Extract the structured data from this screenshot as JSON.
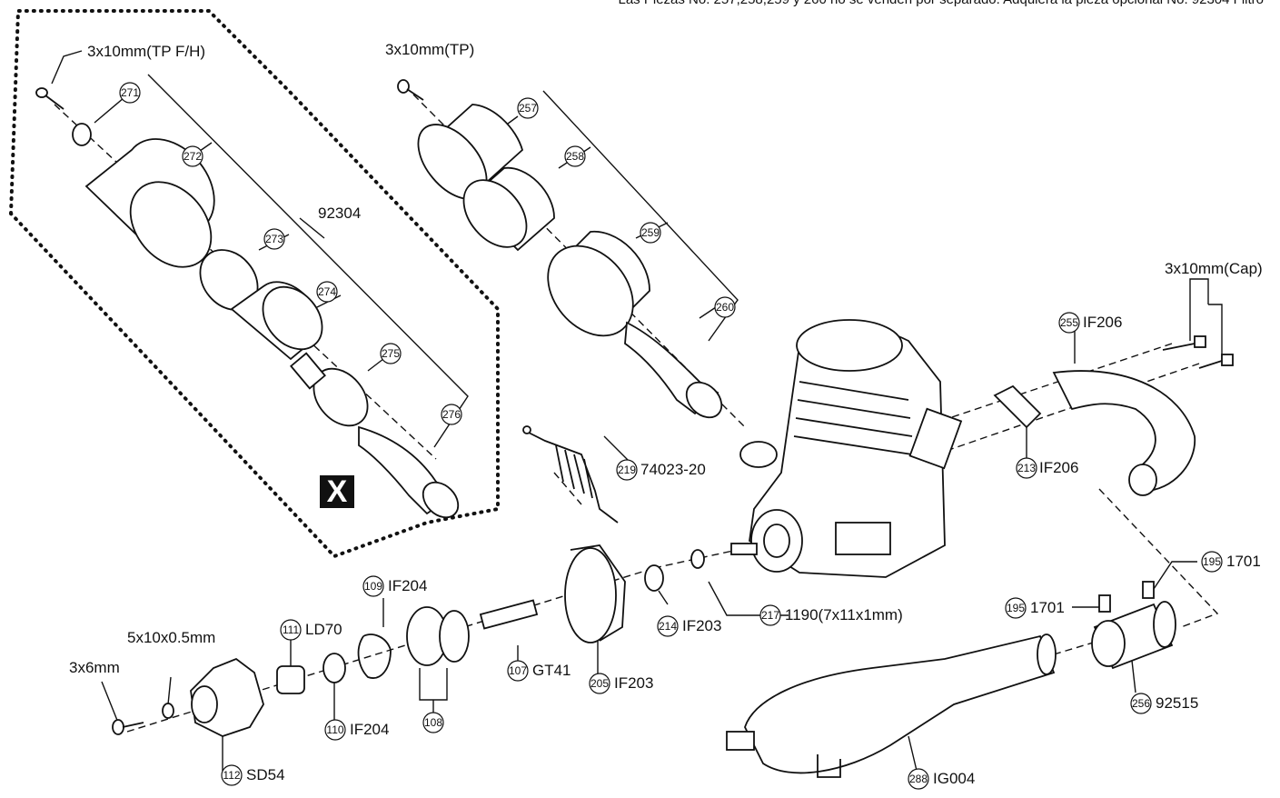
{
  "header_note": "Las Piezas No. 257,258,259 y 260 no se venden por separado. Adquiera la pieza opcional No. 92304 Filtro",
  "optional_marker": "X",
  "labels": {
    "screw_tp_fh": "3x10mm(TP F/H)",
    "screw_tp": "3x10mm(TP)",
    "screw_cap": "3x10mm(Cap)",
    "kit_92304": "92304",
    "screw_3x6": "3x6mm",
    "washer_5x10": "5x10x0.5mm"
  },
  "callouts": {
    "p271": "271",
    "p272": "272",
    "p273": "273",
    "p274": "274",
    "p275": "275",
    "p276": "276",
    "p257": "257",
    "p258": "258",
    "p259": "259",
    "p260": "260",
    "p255": "255",
    "p213": "213",
    "p219": "219",
    "p195a": "195",
    "p195b": "195",
    "p217": "217",
    "p214": "214",
    "p109": "109",
    "p111": "111",
    "p107": "107",
    "p205": "205",
    "p110": "110",
    "p108": "108",
    "p112": "112",
    "p256": "256",
    "p288": "288"
  },
  "codes": {
    "c255": "IF206",
    "c213": "IF206",
    "c219": "74023-20",
    "c195a": "1701",
    "c195b": "1701",
    "c217": "1190(7x11x1mm)",
    "c214": "IF203",
    "c109": "IF204",
    "c111": "LD70",
    "c107": "GT41",
    "c205": "IF203",
    "c110": "IF204",
    "c112": "SD54",
    "c256": "92515",
    "c288": "IG004"
  }
}
